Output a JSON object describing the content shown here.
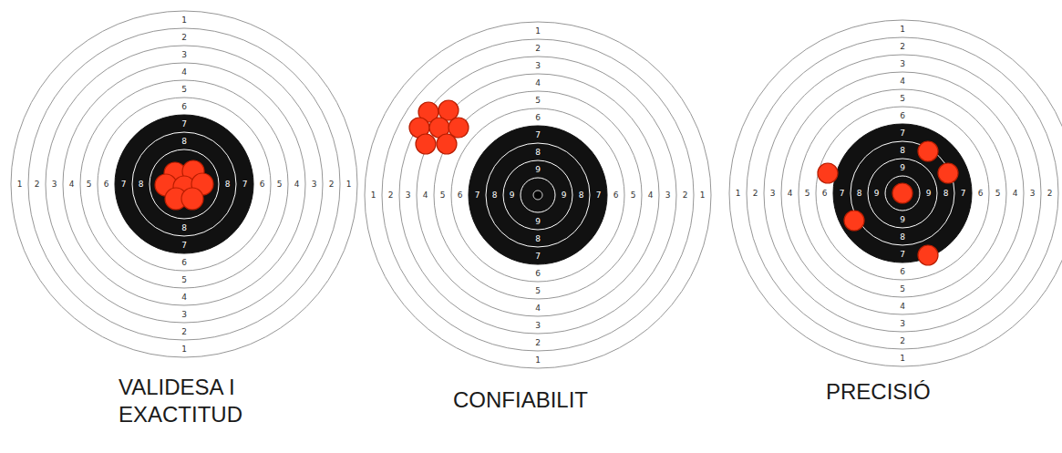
{
  "diagram": {
    "labels": [
      "1",
      "2",
      "3",
      "4",
      "5",
      "6",
      "7",
      "8",
      "1",
      "2",
      "3",
      "4",
      "5",
      "6",
      "7",
      "8",
      "8",
      "7",
      "6",
      "5",
      "4",
      "3",
      "2",
      "1",
      "8",
      "7",
      "6",
      "5",
      "4",
      "3",
      "2",
      "1",
      "VALIDESA I EXACTITUD",
      "1",
      "2",
      "3",
      "4",
      "5",
      "6",
      "7",
      "8",
      "9",
      "1",
      "2",
      "3",
      "4",
      "5",
      "6",
      "7",
      "8",
      "9",
      "9",
      "8",
      "7",
      "6",
      "5",
      "4",
      "3",
      "2",
      "1",
      "9",
      "8",
      "7",
      "6",
      "5",
      "4",
      "3",
      "2",
      "1",
      "CONFIABILIT",
      "1",
      "2",
      "3",
      "4",
      "5",
      "6",
      "7",
      "8",
      "9",
      "1",
      "2",
      "3",
      "4",
      "5",
      "6",
      "7",
      "8",
      "9",
      "9",
      "8",
      "7",
      "6",
      "5",
      "4",
      "3",
      "2",
      "9",
      "8",
      "7",
      "6",
      "5",
      "4",
      "3",
      "2",
      "1",
      "PRECISIÓ"
    ]
  }
}
